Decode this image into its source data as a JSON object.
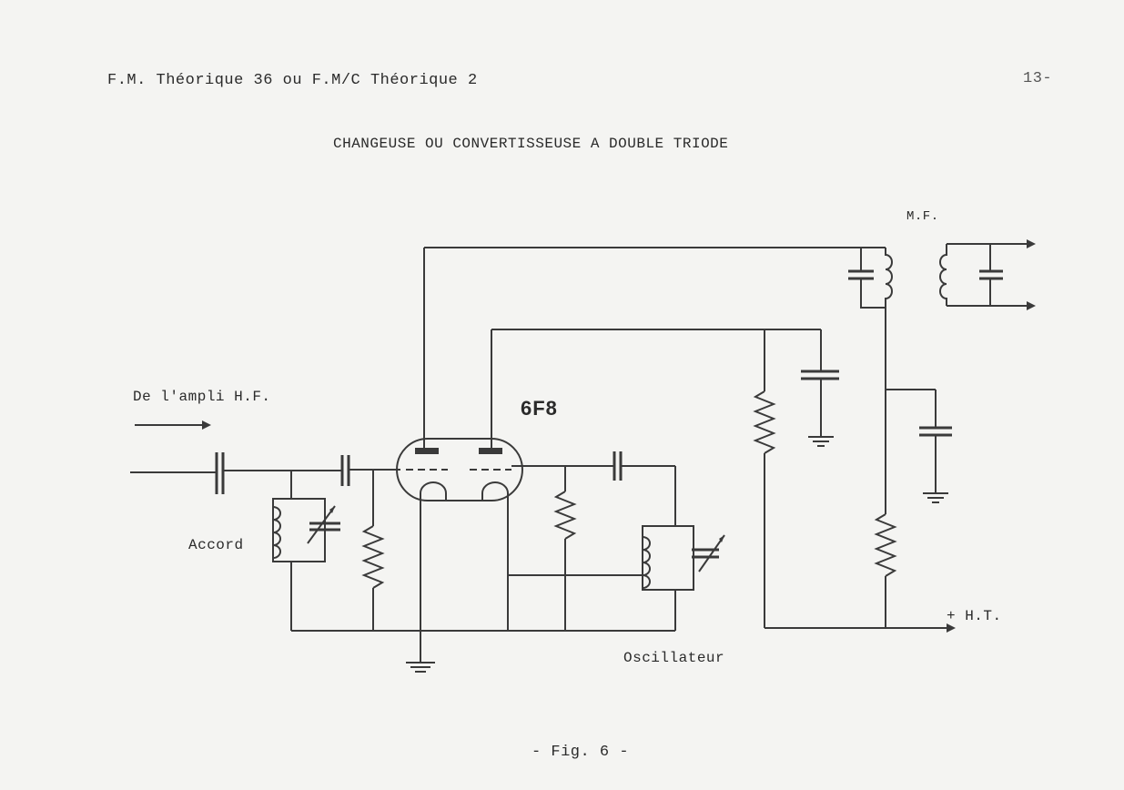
{
  "header": {
    "left": "F.M. Théorique 36  ou  F.M/C Théorique 2",
    "page_number": "13-"
  },
  "title": "CHANGEUSE OU CONVERTISSEUSE A DOUBLE TRIODE",
  "schematic": {
    "labels": {
      "if_transformer": "M.F.",
      "input": "De l'ampli H.F.",
      "tube_type": "6F8",
      "tuning_circuit": "Accord",
      "oscillator": "Oscillateur",
      "high_tension": "+ H.T."
    }
  },
  "figure_caption": "- Fig. 6 -"
}
